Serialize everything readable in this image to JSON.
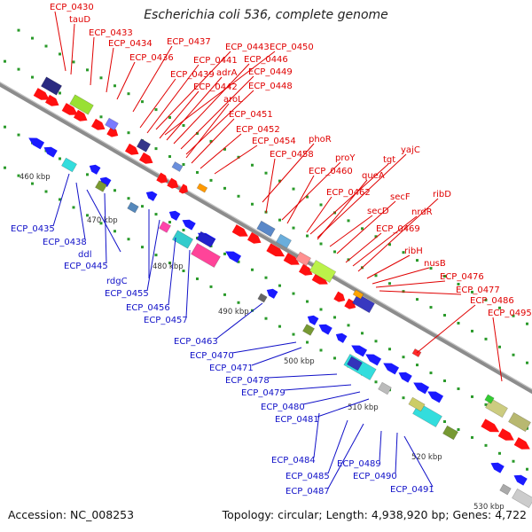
{
  "title": "Escherichia coli 536, complete genome",
  "footer": {
    "accession": "Accession: NC_008253",
    "stats": "Topology: circular; Length: 4,938,920 bp; Genes: 4,722"
  },
  "colors": {
    "backbone": "#8c8c8c",
    "top_label": "#e00000",
    "bottom_label": "#1010c8",
    "fwd_gene": "#ff1010",
    "rev_gene": "#1a1aff",
    "tick_dot": "#2a9a2a"
  },
  "top_labels": [
    "ECP_0430",
    "tauD",
    "ECP_0433",
    "ECP_0434",
    "ECP_0436",
    "ECP_0437",
    "ECP_0443",
    "ECP_0450",
    "ECP_0441",
    "ECP_0446",
    "ECP_0439",
    "adrA",
    "ECP_0449",
    "ECP_0442",
    "ECP_0448",
    "aroL",
    "ECP_0451",
    "ECP_0452",
    "ECP_0454",
    "phoR",
    "ECP_0458",
    "proY",
    "ECP_0460",
    "tgt",
    "yajC",
    "queA",
    "ECP_0462",
    "secF",
    "secD",
    "nrdR",
    "ribD",
    "ECP_0469",
    "ribH",
    "nusB",
    "ECP_0476",
    "ECP_0477",
    "ECP_0486",
    "ECP_0495"
  ],
  "bottom_labels": [
    "ECP_0435",
    "ECP_0438",
    "ddl",
    "ECP_0445",
    "rdgC",
    "ECP_0455",
    "ECP_0456",
    "ECP_0457",
    "ECP_0463",
    "ECP_0470",
    "ECP_0471",
    "ECP_0478",
    "ECP_0479",
    "ECP_0480",
    "ECP_0481",
    "ECP_0484",
    "ECP_0485",
    "ECP_0487",
    "ECP_0489",
    "ECP_0490",
    "ECP_0491"
  ],
  "scale_labels": [
    "460 kbp",
    "470 kbp",
    "480 kbp",
    "490 kbp",
    "500 kbp",
    "510 kbp",
    "520 kbp",
    "530 kbp"
  ]
}
